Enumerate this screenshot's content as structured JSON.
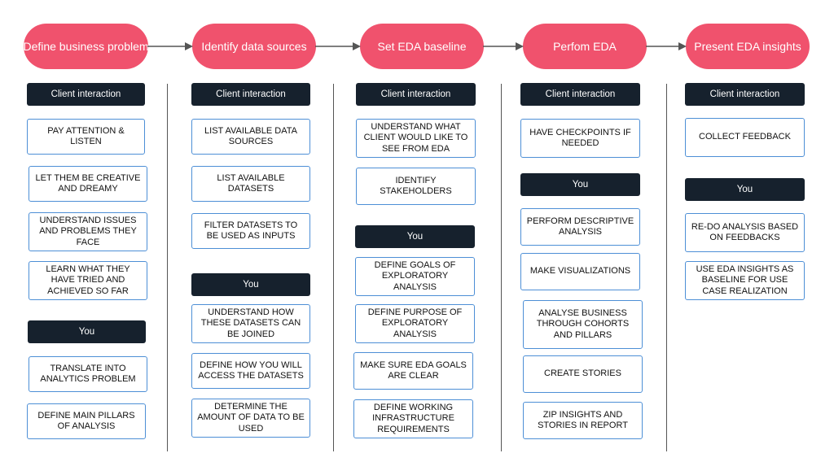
{
  "stages": [
    {
      "title": "Define business problem"
    },
    {
      "title": "Identify data sources"
    },
    {
      "title": "Set EDA baseline"
    },
    {
      "title": "Perfom EDA"
    },
    {
      "title": "Present EDA insights"
    }
  ],
  "columns": [
    {
      "client_header": "Client interaction",
      "client_items": [
        "PAY ATTENTION & LISTEN",
        "LET THEM BE CREATIVE AND DREAMY",
        "UNDERSTAND ISSUES AND PROBLEMS THEY FACE",
        "LEARN WHAT THEY HAVE TRIED AND ACHIEVED SO FAR"
      ],
      "you_header": "You",
      "you_items": [
        "TRANSLATE INTO ANALYTICS PROBLEM",
        "DEFINE MAIN PILLARS OF ANALYSIS"
      ]
    },
    {
      "client_header": "Client interaction",
      "client_items": [
        "LIST AVAILABLE DATA SOURCES",
        "LIST AVAILABLE DATASETS",
        "FILTER DATASETS TO BE USED AS INPUTS"
      ],
      "you_header": "You",
      "you_items": [
        "UNDERSTAND HOW THESE DATASETS CAN BE JOINED",
        "DEFINE HOW YOU WILL ACCESS THE DATASETS",
        "DETERMINE THE AMOUNT OF DATA TO BE USED"
      ]
    },
    {
      "client_header": "Client interaction",
      "client_items": [
        "UNDERSTAND WHAT CLIENT WOULD LIKE TO SEE FROM EDA",
        "IDENTIFY STAKEHOLDERS"
      ],
      "you_header": "You",
      "you_items": [
        "DEFINE GOALS OF EXPLORATORY ANALYSIS",
        "DEFINE PURPOSE OF EXPLORATORY ANALYSIS",
        "MAKE SURE EDA GOALS ARE CLEAR",
        "DEFINE WORKING INFRASTRUCTURE REQUIREMENTS"
      ]
    },
    {
      "client_header": "Client interaction",
      "client_items": [
        "HAVE CHECKPOINTS IF NEEDED"
      ],
      "you_header": "You",
      "you_items": [
        "PERFORM DESCRIPTIVE ANALYSIS",
        "MAKE VISUALIZATIONS",
        "ANALYSE BUSINESS THROUGH COHORTS AND PILLARS",
        "CREATE STORIES",
        "ZIP INSIGHTS AND STORIES IN REPORT"
      ]
    },
    {
      "client_header": "Client interaction",
      "client_items": [
        "COLLECT FEEDBACK"
      ],
      "you_header": "You",
      "you_items": [
        "RE-DO ANALYSIS BASED ON FEEDBACKS",
        "USE EDA INSIGHTS AS BASELINE FOR USE CASE REALIZATION"
      ]
    }
  ],
  "colors": {
    "stage_fill": "#f0526d",
    "header_fill": "#16212d",
    "card_border": "#4d8fd6",
    "arrow": "#555555"
  }
}
